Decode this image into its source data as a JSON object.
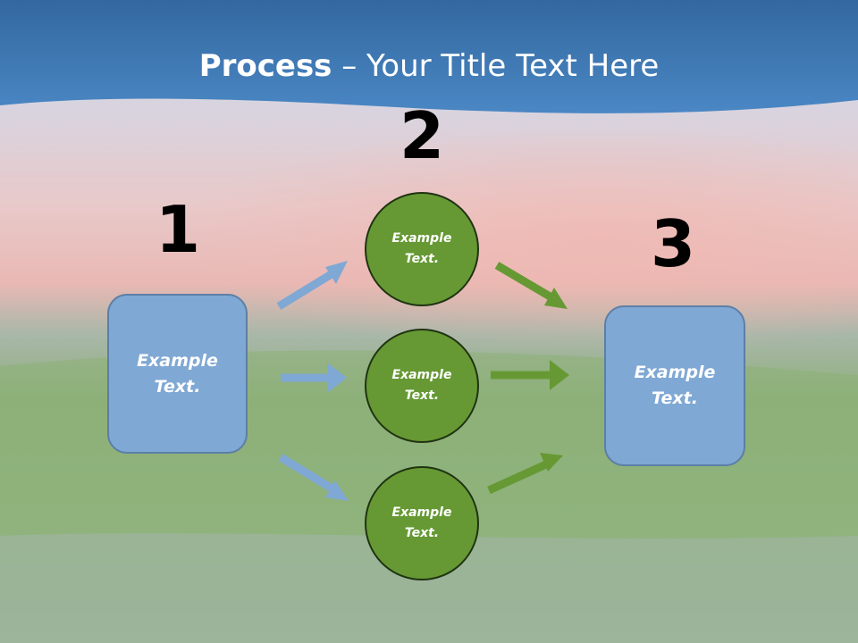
{
  "title": {
    "bold": "Process",
    "rest": " – Your Title Text Here"
  },
  "steps": {
    "one": "1",
    "two": "2",
    "three": "3"
  },
  "nodes": {
    "start": {
      "line1": "Example",
      "line2": "Text."
    },
    "top": {
      "line1": "Example",
      "line2": "Text."
    },
    "middle": {
      "line1": "Example",
      "line2": "Text."
    },
    "bottom": {
      "line1": "Example",
      "line2": "Text."
    },
    "end": {
      "line1": "Example",
      "line2": "Text."
    }
  },
  "colors": {
    "header": "#3a76b4",
    "box_fill": "#7fa8d4",
    "box_border": "#5c7fa6",
    "circle_fill": "#669933",
    "circle_border": "#1f3312",
    "arrow_blue": "#7fa8d4",
    "arrow_green": "#669933"
  }
}
